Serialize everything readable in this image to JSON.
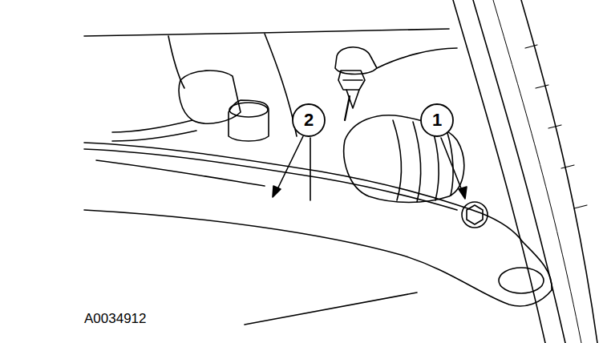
{
  "diagram": {
    "nodes": [
      {
        "text": [
          "2"
        ]
      },
      {
        "text": [
          "1"
        ]
      }
    ],
    "labels": [
      "A0034912"
    ]
  }
}
